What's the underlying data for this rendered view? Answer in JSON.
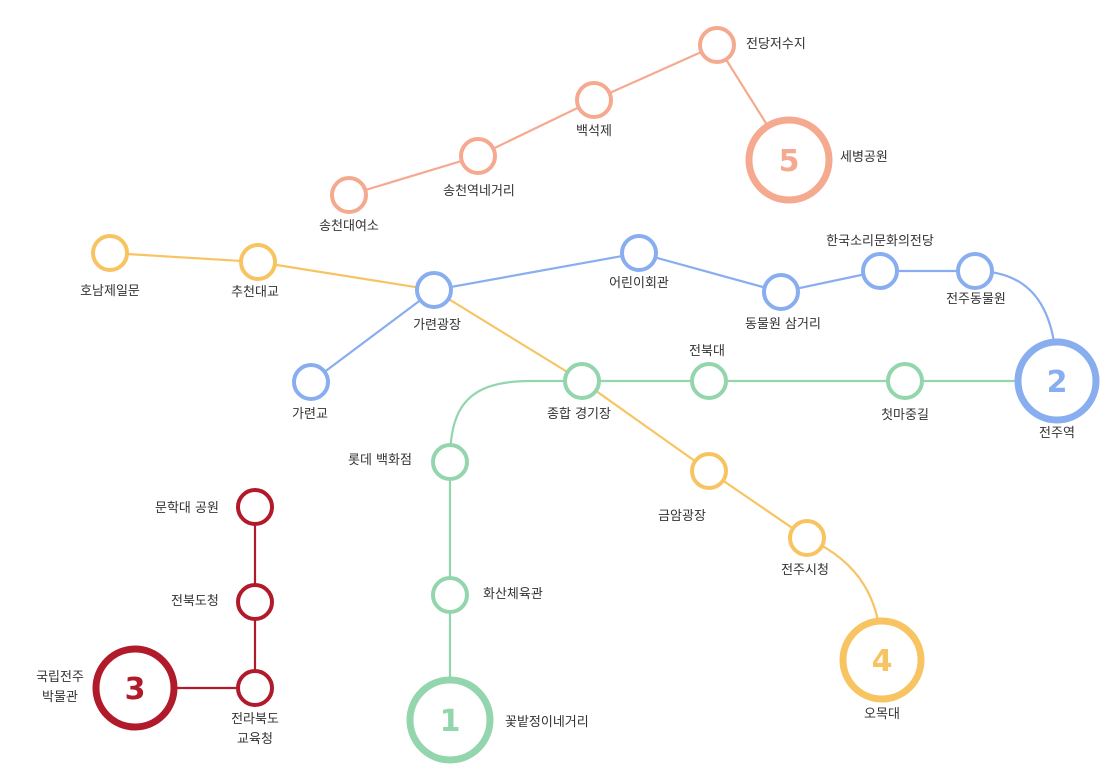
{
  "colors": {
    "line1": "#93d5ac",
    "line2": "#89aef0",
    "line3": "#b01a2a",
    "line4": "#f8c462",
    "line5": "#f5a98f",
    "background": "#ffffff",
    "text": "#333333"
  },
  "terminals": {
    "line1": "1",
    "line2": "2",
    "line3": "3",
    "line4": "4",
    "line5": "5"
  },
  "stations": {
    "kkotbat": "꽃밭정이네거리",
    "hwasan": "화산체육관",
    "lotte": "롯데 백화점",
    "jonghap": "종합 경기장",
    "jeonbukdae": "전북대",
    "cheotmajung": "첫마중길",
    "jeonjuyeok": "전주역",
    "jeonju_zoo": "전주동물원",
    "sori": "한국소리문화의전당",
    "zoo_junction": "동물원 삼거리",
    "eorini": "어린이회관",
    "garyeon_square": "가련광장",
    "garyeongyo": "가련교",
    "chucheon": "추천대교",
    "honam": "호남제일문",
    "geumam": "금암광장",
    "sicheong": "전주시청",
    "omokdae": "오목대",
    "munhakdae": "문학대 공원",
    "dochung": "전북도청",
    "edu_office_1": "전라북도",
    "edu_office_2": "교육청",
    "museum_1": "국립전주",
    "museum_2": "박물관",
    "songcheon_yeoso": "송천대여소",
    "songcheon_sageori": "송천역네거리",
    "baekseokje": "백석제",
    "jeondang": "전당저수지",
    "sebyeong": "세병공원"
  }
}
